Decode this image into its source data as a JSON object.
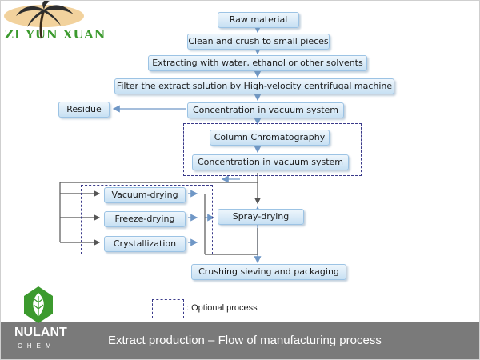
{
  "logo": {
    "brand_text": "ZI YUN XUAN"
  },
  "nodes": {
    "raw_material": "Raw material",
    "clean_crush": "Clean and crush to small pieces",
    "extracting": "Extracting with water, ethanol or other solvents",
    "filter": "Filter the extract solution by High-velocity centrifugal machine",
    "residue": "Residue",
    "concentration_1": "Concentration in vacuum system",
    "column_chromatography": "Column Chromatography",
    "concentration_2": "Concentration in vacuum system",
    "vacuum_drying": "Vacuum-drying",
    "freeze_drying": "Freeze-drying",
    "crystallization": "Crystallization",
    "spray_drying": "Spray-drying",
    "packaging": "Crushing sieving and packaging"
  },
  "legend": {
    "label": ": Optional process"
  },
  "footer": {
    "company": "NULANT",
    "company_sub": "CHEM",
    "title": "Extract production – Flow of manufacturing process"
  },
  "colors": {
    "connector": "#6f97c6",
    "box_fill": "#c7e0f3",
    "dash": "#3a3a8a",
    "footer_bg": "#7a7a7a",
    "logo_green": "#3c9a2e"
  }
}
